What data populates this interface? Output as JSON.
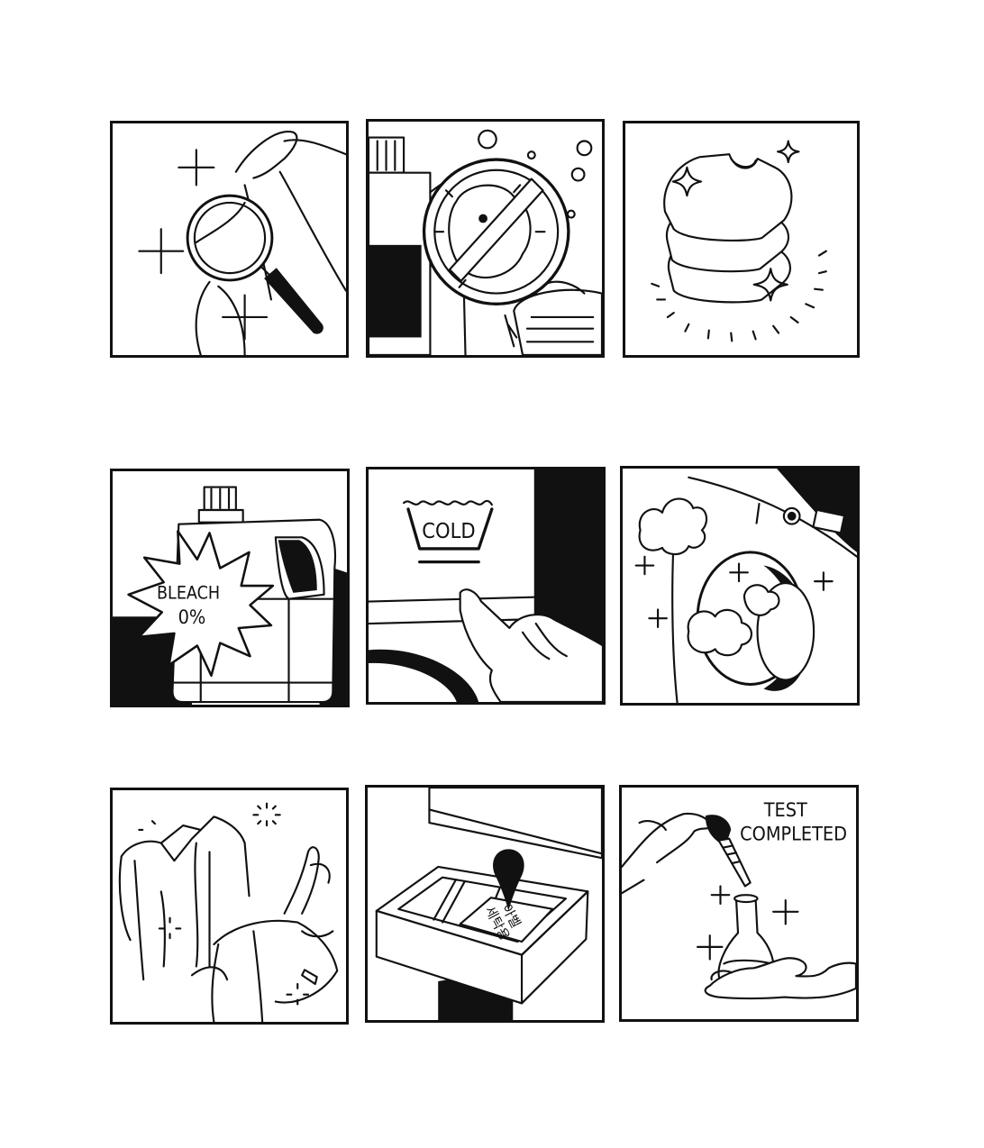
{
  "panels": [
    {
      "id": "inspect",
      "icons": [
        "hand-icon",
        "magnifying-glass-icon",
        "sparkle-icon"
      ]
    },
    {
      "id": "antibacterial",
      "icons": [
        "detergent-bottle-icon",
        "no-germ-icon",
        "laundry-basket-icon",
        "bubble-icon"
      ]
    },
    {
      "id": "fresh-laundry",
      "icons": [
        "folded-shirts-icon",
        "sparkle-icon"
      ]
    },
    {
      "id": "no-bleach",
      "icons": [
        "detergent-jug-icon",
        "starburst-badge-icon"
      ],
      "badge_line1": "BLEACH",
      "badge_line2": "0%"
    },
    {
      "id": "cold-wash",
      "icons": [
        "wash-symbol-icon",
        "pointing-hand-icon"
      ],
      "care_label": "COLD"
    },
    {
      "id": "washing-machine",
      "icons": [
        "washing-machine-icon",
        "steam-cloud-icon",
        "sparkle-icon"
      ]
    },
    {
      "id": "clean-shirts",
      "icons": [
        "shirt-icon",
        "sparkle-icon"
      ]
    },
    {
      "id": "detergent-drawer",
      "icons": [
        "drawer-icon",
        "drop-icon",
        "detergent-pack-icon"
      ],
      "pack_line1": "아벨",
      "pack_line2": "세탁용"
    },
    {
      "id": "lab-test",
      "icons": [
        "dropper-icon",
        "flask-icon",
        "sparkle-icon"
      ],
      "caption_line1": "TEST",
      "caption_line2": "COMPLETED"
    }
  ],
  "colors": {
    "ink": "#111111",
    "paper": "#ffffff"
  }
}
